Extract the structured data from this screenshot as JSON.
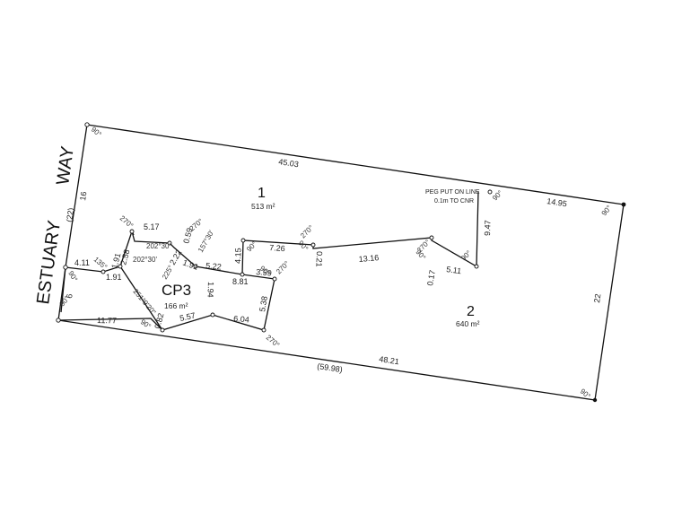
{
  "road": {
    "word1": "ESTUARY",
    "word2": "WAY"
  },
  "lots": [
    {
      "name": "1",
      "area": "513 m²"
    },
    {
      "name": "2",
      "area": "640 m²"
    },
    {
      "name": "CP3",
      "area": "166 m²"
    }
  ],
  "note": {
    "line1": "PEG PUT ON LINE",
    "line2": "0.1m TO CNR"
  },
  "dimensions": {
    "top": "45.03",
    "top_right": "14.95",
    "right": "22",
    "bottom": "48.21",
    "bottom_total": "(59.98)",
    "left_upper": "16",
    "left_total": "(22)",
    "left_lower": "6",
    "cp_left_top": "4.11",
    "cp_bottom_left": "11.77",
    "cp_notch_top": "5.17",
    "cp_notch_left": "2.58",
    "cp_notch_inner1": "1.91",
    "cp_notch_inner2": "1.91",
    "cp_notch_inner3": "1.91",
    "cp_slant1": "0.82",
    "cp_slant2": "0.59",
    "cp_slant3": "2.22",
    "cp_mid_top": "5.22",
    "cp_step": "8.81",
    "cp_right_a": "4.15",
    "cp_right_b": "3.59",
    "cp_right_c": "5.38",
    "cp_bottom_mid": "5.57",
    "cp_bottom_right": "6.04",
    "cp_inner_vert": "1.94",
    "cp_inner_vert2": "3.40",
    "lot_div_1": "7.26",
    "lot_div_2": "0.21",
    "lot_div_3": "13.16",
    "lot_div_4": "0.17",
    "lot_div_5": "5.11",
    "lot_div_6": "9.47"
  },
  "angles": {
    "a90": "90°",
    "a270": "270°",
    "a135": "135°",
    "a202": "202°30'",
    "a157": "157°30'",
    "a225": "225°",
    "a251": "251°9'20\"",
    "a202b": "202°30'"
  }
}
